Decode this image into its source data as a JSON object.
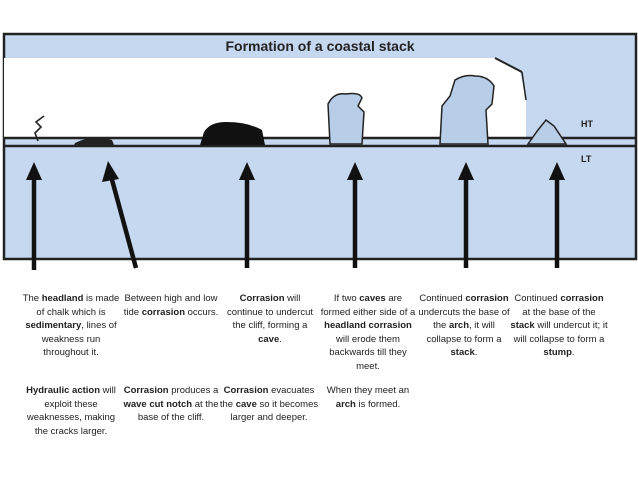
{
  "diagram": {
    "title": "Formation of a coastal stack",
    "tide_labels": {
      "high": "HT",
      "low": "LT"
    },
    "colors": {
      "sea": "#c6d8ef",
      "cliff": "#ffffff",
      "rock": "#b8cde8",
      "outline": "#222222"
    }
  },
  "captions": [
    {
      "top": [
        [
          "The ",
          false
        ],
        [
          "headland",
          true
        ],
        [
          " is made of chalk which is ",
          false
        ],
        [
          "sedimentary",
          true
        ],
        [
          ", lines of weakness run throughout it.",
          false
        ]
      ],
      "bottom": [
        [
          "Hydraulic action",
          true
        ],
        [
          " will exploit these weaknesses, making the cracks larger.",
          false
        ]
      ]
    },
    {
      "top": [
        [
          "Between high and low tide ",
          false
        ],
        [
          "corrasion",
          true
        ],
        [
          " occurs.",
          false
        ]
      ],
      "bottom": [
        [
          "Corrasion",
          true
        ],
        [
          " produces a ",
          false
        ],
        [
          "wave cut notch",
          true
        ],
        [
          " at the base of the cliff.",
          false
        ]
      ]
    },
    {
      "top": [
        [
          "Corrasion",
          true
        ],
        [
          " will continue to undercut the cliff, forming a ",
          false
        ],
        [
          "cave",
          true
        ],
        [
          ".",
          false
        ]
      ],
      "bottom": [
        [
          "Corrasion",
          true
        ],
        [
          " evacuates the ",
          false
        ],
        [
          "cave",
          true
        ],
        [
          " so it becomes larger and deeper.",
          false
        ]
      ]
    },
    {
      "top": [
        [
          "If two ",
          false
        ],
        [
          "caves",
          true
        ],
        [
          " are formed either side of a ",
          false
        ],
        [
          "headland",
          true
        ],
        [
          " ",
          false
        ],
        [
          "corrasion",
          true
        ],
        [
          " will erode them backwards till they meet.",
          false
        ]
      ],
      "bottom": [
        [
          "When they meet an ",
          false
        ],
        [
          "arch",
          true
        ],
        [
          " is formed.",
          false
        ]
      ]
    },
    {
      "top": [
        [
          "Continued ",
          false
        ],
        [
          "corrasion",
          true
        ],
        [
          " undercuts the base of the ",
          false
        ],
        [
          "arch",
          true
        ],
        [
          ", it will collapse to form a ",
          false
        ],
        [
          "stack",
          true
        ],
        [
          ".",
          false
        ]
      ],
      "bottom": []
    },
    {
      "top": [
        [
          "Continued ",
          false
        ],
        [
          "corrasion",
          true
        ],
        [
          " at the base of the ",
          false
        ],
        [
          "stack",
          true
        ],
        [
          " will undercut it; it will collapse to form a ",
          false
        ],
        [
          "stump",
          true
        ],
        [
          ".",
          false
        ]
      ],
      "bottom": []
    }
  ]
}
